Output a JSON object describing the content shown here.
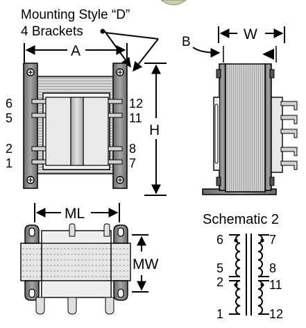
{
  "title": {
    "line1": "Mounting Style “D”",
    "line2": "4 Brackets"
  },
  "dimensions": {
    "a": "A",
    "h": "H",
    "w": "W",
    "b": "B",
    "ml": "ML",
    "mw": "MW"
  },
  "front_pins": {
    "left": [
      "6",
      "5",
      "2",
      "1"
    ],
    "right": [
      "12",
      "11",
      "8",
      "7"
    ]
  },
  "schematic": {
    "title": "Schematic 2",
    "left_pins": [
      "6",
      "5",
      "2",
      "1"
    ],
    "right_pins": [
      "7",
      "8",
      "11",
      "12"
    ]
  },
  "colors": {
    "bracket": "#909090",
    "bracket_dark": "#5a5a5a",
    "core": "#b5b5b5",
    "core_light": "#dcdcdc",
    "coil": "#eeeeee",
    "line": "#000000"
  }
}
